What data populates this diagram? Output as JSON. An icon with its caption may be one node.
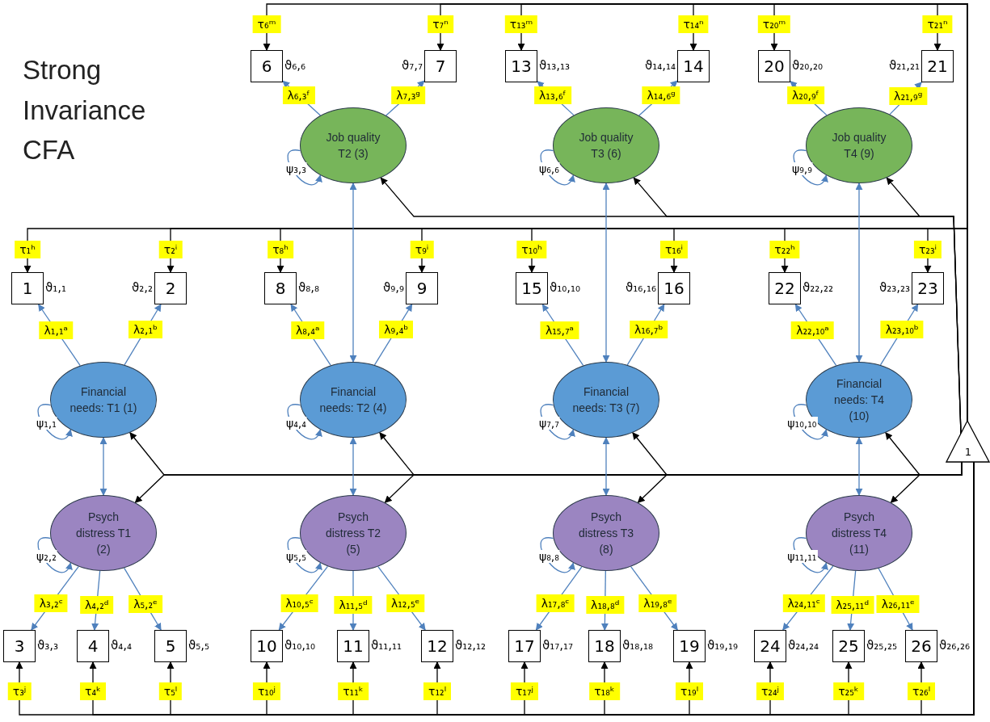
{
  "diagram": {
    "title": "Strong Invariance CFA",
    "nodes": [
      {
        "text": [
          "6"
        ],
        "beside": [
          "ϑ₆,₆"
        ]
      },
      {
        "text": [
          "7"
        ],
        "beside": [
          "ϑ₇,₇"
        ]
      },
      {
        "text": [
          "13"
        ],
        "beside": [
          "ϑ₁₃,₁₃"
        ]
      },
      {
        "text": [
          "14"
        ],
        "beside": [
          "ϑ₁₄,₁₄"
        ]
      },
      {
        "text": [
          "20"
        ],
        "beside": [
          "ϑ₂₀,₂₀"
        ]
      },
      {
        "text": [
          "21"
        ],
        "beside": [
          "ϑ₂₁,₂₁"
        ]
      },
      {
        "text": [
          "Job quality T2 (3)"
        ]
      },
      {
        "text": [
          "Job quality T3 (6)"
        ]
      },
      {
        "text": [
          "Job quality T4 (9)"
        ]
      },
      {
        "text": [
          "1"
        ],
        "beside": [
          "ϑ₁,₁"
        ]
      },
      {
        "text": [
          "2"
        ],
        "beside": [
          "ϑ₂,₂"
        ]
      },
      {
        "text": [
          "8"
        ],
        "beside": [
          "ϑ₈,₈"
        ]
      },
      {
        "text": [
          "9"
        ],
        "beside": [
          "ϑ₉,₉"
        ]
      },
      {
        "text": [
          "15"
        ],
        "beside": [
          "ϑ₁₀,₁₀"
        ]
      },
      {
        "text": [
          "16"
        ],
        "beside": [
          "ϑ₁₆,₁₆"
        ]
      },
      {
        "text": [
          "22"
        ],
        "beside": [
          "ϑ₂₂,₂₂"
        ]
      },
      {
        "text": [
          "23"
        ],
        "beside": [
          "ϑ₂₃,₂₃"
        ]
      },
      {
        "text": [
          "Financial needs: T1 (1)"
        ]
      },
      {
        "text": [
          "Financial needs: T2 (4)"
        ]
      },
      {
        "text": [
          "Financial needs: T3 (7)"
        ]
      },
      {
        "text": [
          "Financial needs: T4 (10)"
        ]
      },
      {
        "text": [
          "Psych distress T1 (2)"
        ]
      },
      {
        "text": [
          "Psych distress T2 (5)"
        ]
      },
      {
        "text": [
          "Psych distress T3 (8)"
        ]
      },
      {
        "text": [
          "Psych distress T4 (11)"
        ]
      },
      {
        "text": [
          "3"
        ],
        "beside": [
          "ϑ₃,₃"
        ]
      },
      {
        "text": [
          "4"
        ],
        "beside": [
          "ϑ₄,₄"
        ]
      },
      {
        "text": [
          "5"
        ],
        "beside": [
          "ϑ₅,₅"
        ]
      },
      {
        "text": [
          "10"
        ],
        "beside": [
          "ϑ₁₀,₁₀"
        ]
      },
      {
        "text": [
          "11"
        ],
        "beside": [
          "ϑ₁₁,₁₁"
        ]
      },
      {
        "text": [
          "12"
        ],
        "beside": [
          "ϑ₁₂,₁₂"
        ]
      },
      {
        "text": [
          "17"
        ],
        "beside": [
          "ϑ₁₇,₁₇"
        ]
      },
      {
        "text": [
          "18"
        ],
        "beside": [
          "ϑ₁₈,₁₈"
        ]
      },
      {
        "text": [
          "19"
        ],
        "beside": [
          "ϑ₁₉,₁₉"
        ]
      },
      {
        "text": [
          "24"
        ],
        "beside": [
          "ϑ₂₄,₂₄"
        ]
      },
      {
        "text": [
          "25"
        ],
        "beside": [
          "ϑ₂₅,₂₅"
        ]
      },
      {
        "text": [
          "26"
        ],
        "beside": [
          "ϑ₂₆,₂₆"
        ]
      },
      {
        "text": [
          "1"
        ]
      }
    ],
    "edges": [
      {
        "from": 6,
        "to": 0,
        "arrow": "to",
        "label": "λ₆,₃ᶠ"
      },
      {
        "from": 6,
        "to": 1,
        "arrow": "to",
        "label": "λ₇,₃ᵍ"
      },
      {
        "from": 7,
        "to": 2,
        "arrow": "to",
        "label": "λ₁₃,₆ᶠ"
      },
      {
        "from": 7,
        "to": 3,
        "arrow": "to",
        "label": "λ₁₄,₆ᵍ"
      },
      {
        "from": 8,
        "to": 4,
        "arrow": "to",
        "label": "λ₂₀,₉ᶠ"
      },
      {
        "from": 8,
        "to": 5,
        "arrow": "to",
        "label": "λ₂₁,₉ᵍ"
      },
      {
        "from": 17,
        "to": 9,
        "arrow": "to",
        "label": "λ₁,₁ᵃ"
      },
      {
        "from": 17,
        "to": 10,
        "arrow": "to",
        "label": "λ₂,₁ᵇ"
      },
      {
        "from": 18,
        "to": 11,
        "arrow": "to",
        "label": "λ₈,₄ᵃ"
      },
      {
        "from": 18,
        "to": 12,
        "arrow": "to",
        "label": "λ₉,₄ᵇ"
      },
      {
        "from": 19,
        "to": 13,
        "arrow": "to",
        "label": "λ₁₅,₇ᵃ"
      },
      {
        "from": 19,
        "to": 14,
        "arrow": "to",
        "label": "λ₁₆,₇ᵇ"
      },
      {
        "from": 20,
        "to": 15,
        "arrow": "to",
        "label": "λ₂₂,₁₀ᵃ"
      },
      {
        "from": 20,
        "to": 16,
        "arrow": "to",
        "label": "λ₂₃,₁₀ᵇ"
      },
      {
        "from": 21,
        "to": 25,
        "arrow": "to",
        "label": "λ₃,₂ᶜ"
      },
      {
        "from": 21,
        "to": 26,
        "arrow": "to",
        "label": "λ₄,₂ᵈ"
      },
      {
        "from": 21,
        "to": 27,
        "arrow": "to",
        "label": "λ₅,₂ᵉ"
      },
      {
        "from": 22,
        "to": 28,
        "arrow": "to",
        "label": "λ₁₀,₅ᶜ"
      },
      {
        "from": 22,
        "to": 29,
        "arrow": "to",
        "label": "λ₁₁,₅ᵈ"
      },
      {
        "from": 22,
        "to": 30,
        "arrow": "to",
        "label": "λ₁₂,₅ᵉ"
      },
      {
        "from": 23,
        "to": 31,
        "arrow": "to",
        "label": "λ₁₇,₈ᶜ"
      },
      {
        "from": 23,
        "to": 32,
        "arrow": "to",
        "label": "λ₁₈,₈ᵈ"
      },
      {
        "from": 23,
        "to": 33,
        "arrow": "to",
        "label": "λ₁₉,₈ᵉ"
      },
      {
        "from": 24,
        "to": 34,
        "arrow": "to",
        "label": "λ₂₄,₁₁ᶜ"
      },
      {
        "from": 24,
        "to": 35,
        "arrow": "to",
        "label": "λ₂₅,₁₁ᵈ"
      },
      {
        "from": 24,
        "to": 36,
        "arrow": "to",
        "label": "λ₂₆,₁₁ᵉ"
      },
      {
        "from": 37,
        "to": 0,
        "arrow": "to",
        "label": "τ₆ᵐ",
        "color": "#000000"
      },
      {
        "from": 37,
        "to": 1,
        "arrow": "to",
        "label": "τ₇ⁿ",
        "color": "#000000"
      },
      {
        "from": 37,
        "to": 2,
        "arrow": "to",
        "label": "τ₁₃ᵐ",
        "color": "#000000"
      },
      {
        "from": 37,
        "to": 3,
        "arrow": "to",
        "label": "τ₁₄ⁿ",
        "color": "#000000"
      },
      {
        "from": 37,
        "to": 4,
        "arrow": "to",
        "label": "τ₂₀ᵐ",
        "color": "#000000"
      },
      {
        "from": 37,
        "to": 5,
        "arrow": "to",
        "label": "τ₂₁ⁿ",
        "color": "#000000"
      },
      {
        "from": 37,
        "to": 9,
        "arrow": "to",
        "label": "τ₁ʰ",
        "color": "#000000"
      },
      {
        "from": 37,
        "to": 10,
        "arrow": "to",
        "label": "τ₂ⁱ",
        "color": "#000000"
      },
      {
        "from": 37,
        "to": 11,
        "arrow": "to",
        "label": "τ₈ʰ",
        "color": "#000000"
      },
      {
        "from": 37,
        "to": 12,
        "arrow": "to",
        "label": "τ₉ⁱ",
        "color": "#000000"
      },
      {
        "from": 37,
        "to": 13,
        "arrow": "to",
        "label": "τ₁₀ʰ",
        "color": "#000000"
      },
      {
        "from": 37,
        "to": 14,
        "arrow": "to",
        "label": "τ₁₆ⁱ",
        "color": "#000000"
      },
      {
        "from": 37,
        "to": 15,
        "arrow": "to",
        "label": "τ₂₂ʰ",
        "color": "#000000"
      },
      {
        "from": 37,
        "to": 16,
        "arrow": "to",
        "label": "τ₂₃ⁱ",
        "color": "#000000"
      },
      {
        "from": 37,
        "to": 25,
        "arrow": "to",
        "label": "τ₃ʲ",
        "color": "#000000"
      },
      {
        "from": 37,
        "to": 26,
        "arrow": "to",
        "label": "τ₄ᵏ",
        "color": "#000000"
      },
      {
        "from": 37,
        "to": 27,
        "arrow": "to",
        "label": "τ₅ˡ",
        "color": "#000000"
      },
      {
        "from": 37,
        "to": 28,
        "arrow": "to",
        "label": "τ₁₀ʲ",
        "color": "#000000"
      },
      {
        "from": 37,
        "to": 29,
        "arrow": "to",
        "label": "τ₁₁ᵏ",
        "color": "#000000"
      },
      {
        "from": 37,
        "to": 30,
        "arrow": "to",
        "label": "τ₁₂ˡ",
        "color": "#000000"
      },
      {
        "from": 37,
        "to": 31,
        "arrow": "to",
        "label": "τ₁₇ʲ",
        "color": "#000000"
      },
      {
        "from": 37,
        "to": 32,
        "arrow": "to",
        "label": "τ₁₈ᵏ",
        "color": "#000000"
      },
      {
        "from": 37,
        "to": 33,
        "arrow": "to",
        "label": "τ₁₉ˡ",
        "color": "#000000"
      },
      {
        "from": 37,
        "to": 34,
        "arrow": "to",
        "label": "τ₂₄ʲ",
        "color": "#000000"
      },
      {
        "from": 37,
        "to": 35,
        "arrow": "to",
        "label": "τ₂₅ᵏ",
        "color": "#000000"
      },
      {
        "from": 37,
        "to": 36,
        "arrow": "to",
        "label": "τ₂₆ˡ",
        "color": "#000000"
      },
      {
        "from": 37,
        "to": 6,
        "arrow": "to",
        "color": "#000000"
      },
      {
        "from": 37,
        "to": 7,
        "arrow": "to",
        "color": "#000000"
      },
      {
        "from": 37,
        "to": 8,
        "arrow": "to",
        "color": "#000000"
      },
      {
        "from": 37,
        "to": 17,
        "arrow": "to",
        "color": "#000000"
      },
      {
        "from": 37,
        "to": 18,
        "arrow": "to",
        "color": "#000000"
      },
      {
        "from": 37,
        "to": 19,
        "arrow": "to",
        "color": "#000000"
      },
      {
        "from": 37,
        "to": 20,
        "arrow": "to",
        "color": "#000000"
      },
      {
        "from": 37,
        "to": 21,
        "arrow": "to",
        "color": "#000000"
      },
      {
        "from": 37,
        "to": 22,
        "arrow": "to",
        "color": "#000000"
      },
      {
        "from": 37,
        "to": 23,
        "arrow": "to",
        "color": "#000000"
      },
      {
        "from": 37,
        "to": 24,
        "arrow": "to",
        "color": "#000000"
      },
      {
        "from": 6,
        "to": 6,
        "arrow": "to",
        "label": "ψ₃,₃"
      },
      {
        "from": 7,
        "to": 7,
        "arrow": "to",
        "label": "ψ₆,₆"
      },
      {
        "from": 8,
        "to": 8,
        "arrow": "to",
        "label": "ψ₉,₉"
      },
      {
        "from": 17,
        "to": 17,
        "arrow": "to",
        "label": "ψ₁,₁"
      },
      {
        "from": 18,
        "to": 18,
        "arrow": "to",
        "label": "ψ₄,₄"
      },
      {
        "from": 19,
        "to": 19,
        "arrow": "to",
        "label": "ψ₇,₇"
      },
      {
        "from": 20,
        "to": 20,
        "arrow": "to",
        "label": "ψ₁₀,₁₀"
      },
      {
        "from": 21,
        "to": 21,
        "arrow": "to",
        "label": "ψ₂,₂"
      },
      {
        "from": 22,
        "to": 22,
        "arrow": "to",
        "label": "ψ₅,₅"
      },
      {
        "from": 23,
        "to": 23,
        "arrow": "to",
        "label": "ψ₈,₈"
      },
      {
        "from": 24,
        "to": 24,
        "arrow": "to",
        "label": "ψ₁₁,₁₁"
      },
      {
        "from": 17,
        "to": 21,
        "arrow": "both"
      },
      {
        "from": 6,
        "to": 18,
        "arrow": "both"
      },
      {
        "from": 18,
        "to": 22,
        "arrow": "both"
      },
      {
        "from": 7,
        "to": 19,
        "arrow": "both"
      },
      {
        "from": 19,
        "to": 23,
        "arrow": "both"
      },
      {
        "from": 8,
        "to": 20,
        "arrow": "both"
      },
      {
        "from": 20,
        "to": 24,
        "arrow": "both"
      }
    ]
  }
}
